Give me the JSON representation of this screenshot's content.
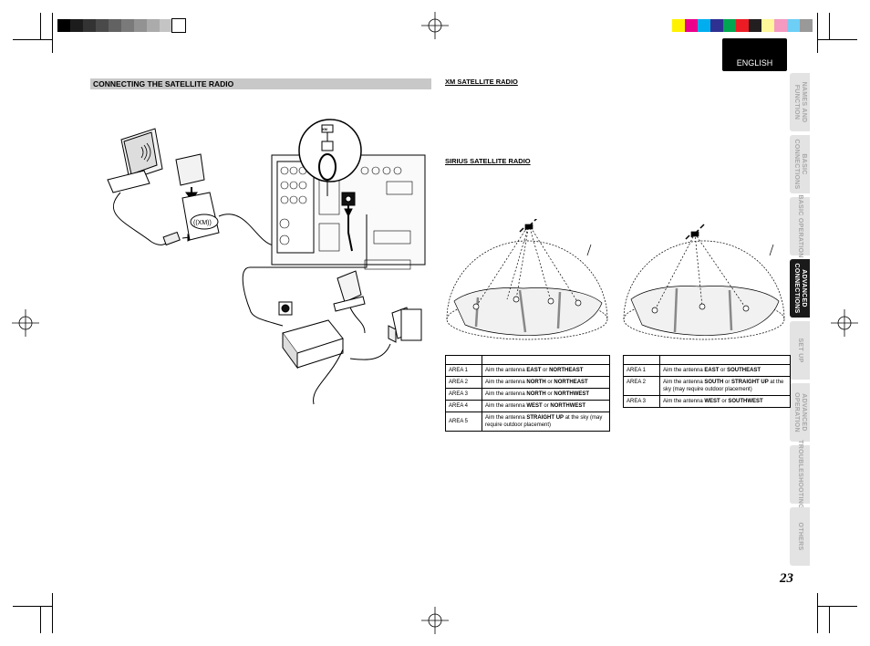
{
  "header": {
    "language": "ENGLISH",
    "grey_swatches": [
      "#000000",
      "#1c1c1c",
      "#333333",
      "#4a4a4a",
      "#626262",
      "#7a7a7a",
      "#929292",
      "#ababab",
      "#c4c4c4",
      "#ffffff"
    ],
    "color_swatches": [
      "#fff200",
      "#ec008c",
      "#00aeef",
      "#2e3192",
      "#00a651",
      "#ed1c24",
      "#231f20",
      "#fff799",
      "#f49ac1",
      "#6dcff6",
      "#999999"
    ]
  },
  "sidebar": {
    "tabs": [
      {
        "label": "NAMES AND\nFUNCTION",
        "active": false
      },
      {
        "label": "BASIC\nCONNECTIONS",
        "active": false
      },
      {
        "label": "BASIC OPERATION",
        "active": false
      },
      {
        "label": "ADVANCED\nCONNECTIONS",
        "active": true
      },
      {
        "label": "SET UP",
        "active": false
      },
      {
        "label": "ADVANCED\nOPERATION",
        "active": false
      },
      {
        "label": "TROUBLESHOOTING",
        "active": false
      },
      {
        "label": "OTHERS",
        "active": false
      }
    ]
  },
  "main": {
    "section_title": "CONNECTING THE SATELLITE RADIO",
    "xm_title": "XM SATELLITE RADIO",
    "sirius_title": "SIRIUS SATELLITE RADIO",
    "figure_label": "XM",
    "xm_table": {
      "rows": [
        {
          "area": "AREA 1",
          "pre": "Aim the antenna ",
          "b1": "EAST",
          "mid": " or ",
          "b2": "NORTHEAST",
          "post": ""
        },
        {
          "area": "AREA 2",
          "pre": "Aim the antenna ",
          "b1": "NORTH",
          "mid": " or ",
          "b2": "NORTHEAST",
          "post": ""
        },
        {
          "area": "AREA 3",
          "pre": "Aim the antenna ",
          "b1": "NORTH",
          "mid": " or ",
          "b2": "NORTHWEST",
          "post": ""
        },
        {
          "area": "AREA 4",
          "pre": "Aim the antenna ",
          "b1": "WEST",
          "mid": " or ",
          "b2": "NORTHWEST",
          "post": ""
        },
        {
          "area": "AREA 5",
          "pre": "Aim the antenna ",
          "b1": "STRAIGHT UP",
          "mid": " at the sky (may require outdoor placement)",
          "b2": "",
          "post": ""
        }
      ]
    },
    "sirius_table": {
      "rows": [
        {
          "area": "AREA 1",
          "pre": "Aim the antenna ",
          "b1": "EAST",
          "mid": " or ",
          "b2": "SOUTHEAST",
          "post": ""
        },
        {
          "area": "AREA 2",
          "pre": "Aim the antenna ",
          "b1": "SOUTH",
          "mid": " or ",
          "b2": "STRAIGHT UP",
          "post": " at the sky (may require outdoor placement)"
        },
        {
          "area": "AREA 3",
          "pre": "Aim the antenna ",
          "b1": "WEST",
          "mid": " or ",
          "b2": "SOUTHWEST",
          "post": ""
        }
      ]
    }
  },
  "footer": {
    "page_number": "23"
  }
}
